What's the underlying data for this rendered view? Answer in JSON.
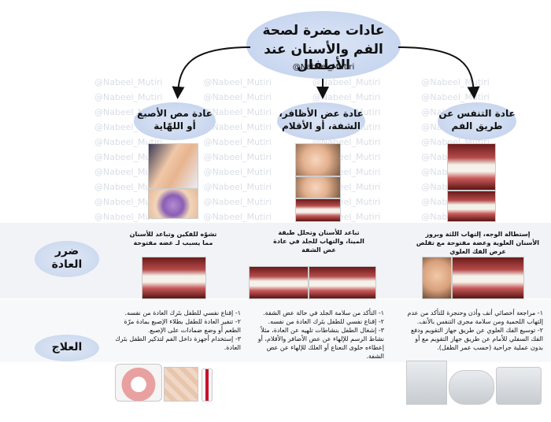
{
  "header": {
    "title_line1": "عادات مضرة لصحة",
    "title_line2": "الفم والأسنان عند الأطفال",
    "handle": "@Nabeel_Mutiri"
  },
  "watermark": "@Nabeel_Mutiri",
  "habits": [
    {
      "line1": "عادة مص الأصبع",
      "line2": "أو اللهّاية"
    },
    {
      "line1": "عادة عض الأظافر،",
      "line2": "الشفة، أو الأقلام"
    },
    {
      "line1": "عادة التنفس عن",
      "line2": "طريق الفم"
    }
  ],
  "labels": {
    "harm_line1": "ضرر",
    "harm_line2": "العادة",
    "treatment": "العلاج"
  },
  "harm": [
    {
      "line1": "تشوّه للفكين وتباعد للأسنان",
      "line2": "مما يسبب لـ عضه مفتوحة"
    },
    {
      "line1": "تباعد للأسنان وتحلل طبقة",
      "line2": "المينا، والتهاب للجلد في عادة",
      "line3": "عض الشفة"
    },
    {
      "line1": "إستطالة الوجه، إلتهاب اللثة وبروز",
      "line2": "الأسنان العلوية وعضة مفتوحة مع تقلص",
      "line3": "عرض الفك العلوي"
    }
  ],
  "treatment": [
    {
      "items": [
        "١- إقناع نفسي للطفل بتَرك العادة من نفسه.",
        "٢- تنفير العادة للطفل بطلاء الإصبع بمادة مرّة الطعم أو وضع ضمادات على الإصبع.",
        "٣- إستخدام أجهزة داخل الفم لتذكير الطفل بتَرك العادة."
      ]
    },
    {
      "items": [
        "١- التأكد من سلامة الجلد في حالة عض الشفة.",
        "٢- إقناع نفسي للطفل بتَرك العادة من نفسه.",
        "٣- إشغال الطفل بنشاطات تلهيه عن العادة، مثلاً نشاط الرسم للإلهاء عن عض الأضافر والأقلام، أو إعطاءه حلوى النعناع أو العلك للإلهاء عن عض الشفة."
      ]
    },
    {
      "items": [
        "١- مراجعة أخصائي أنف وأذن وحنجرة للتأكد من عدم إلتهاب اللحمية ومن سلامة مجرى التنفس بالأنف.",
        "٢- توسيع الفك العلوي عن طريق جهاز التقويم ودفع الفك السفلي للأمام عن طريق جهاز التقويم مع أو بدون عملية جراحية (حسب عمر الطفل)."
      ]
    }
  ]
}
